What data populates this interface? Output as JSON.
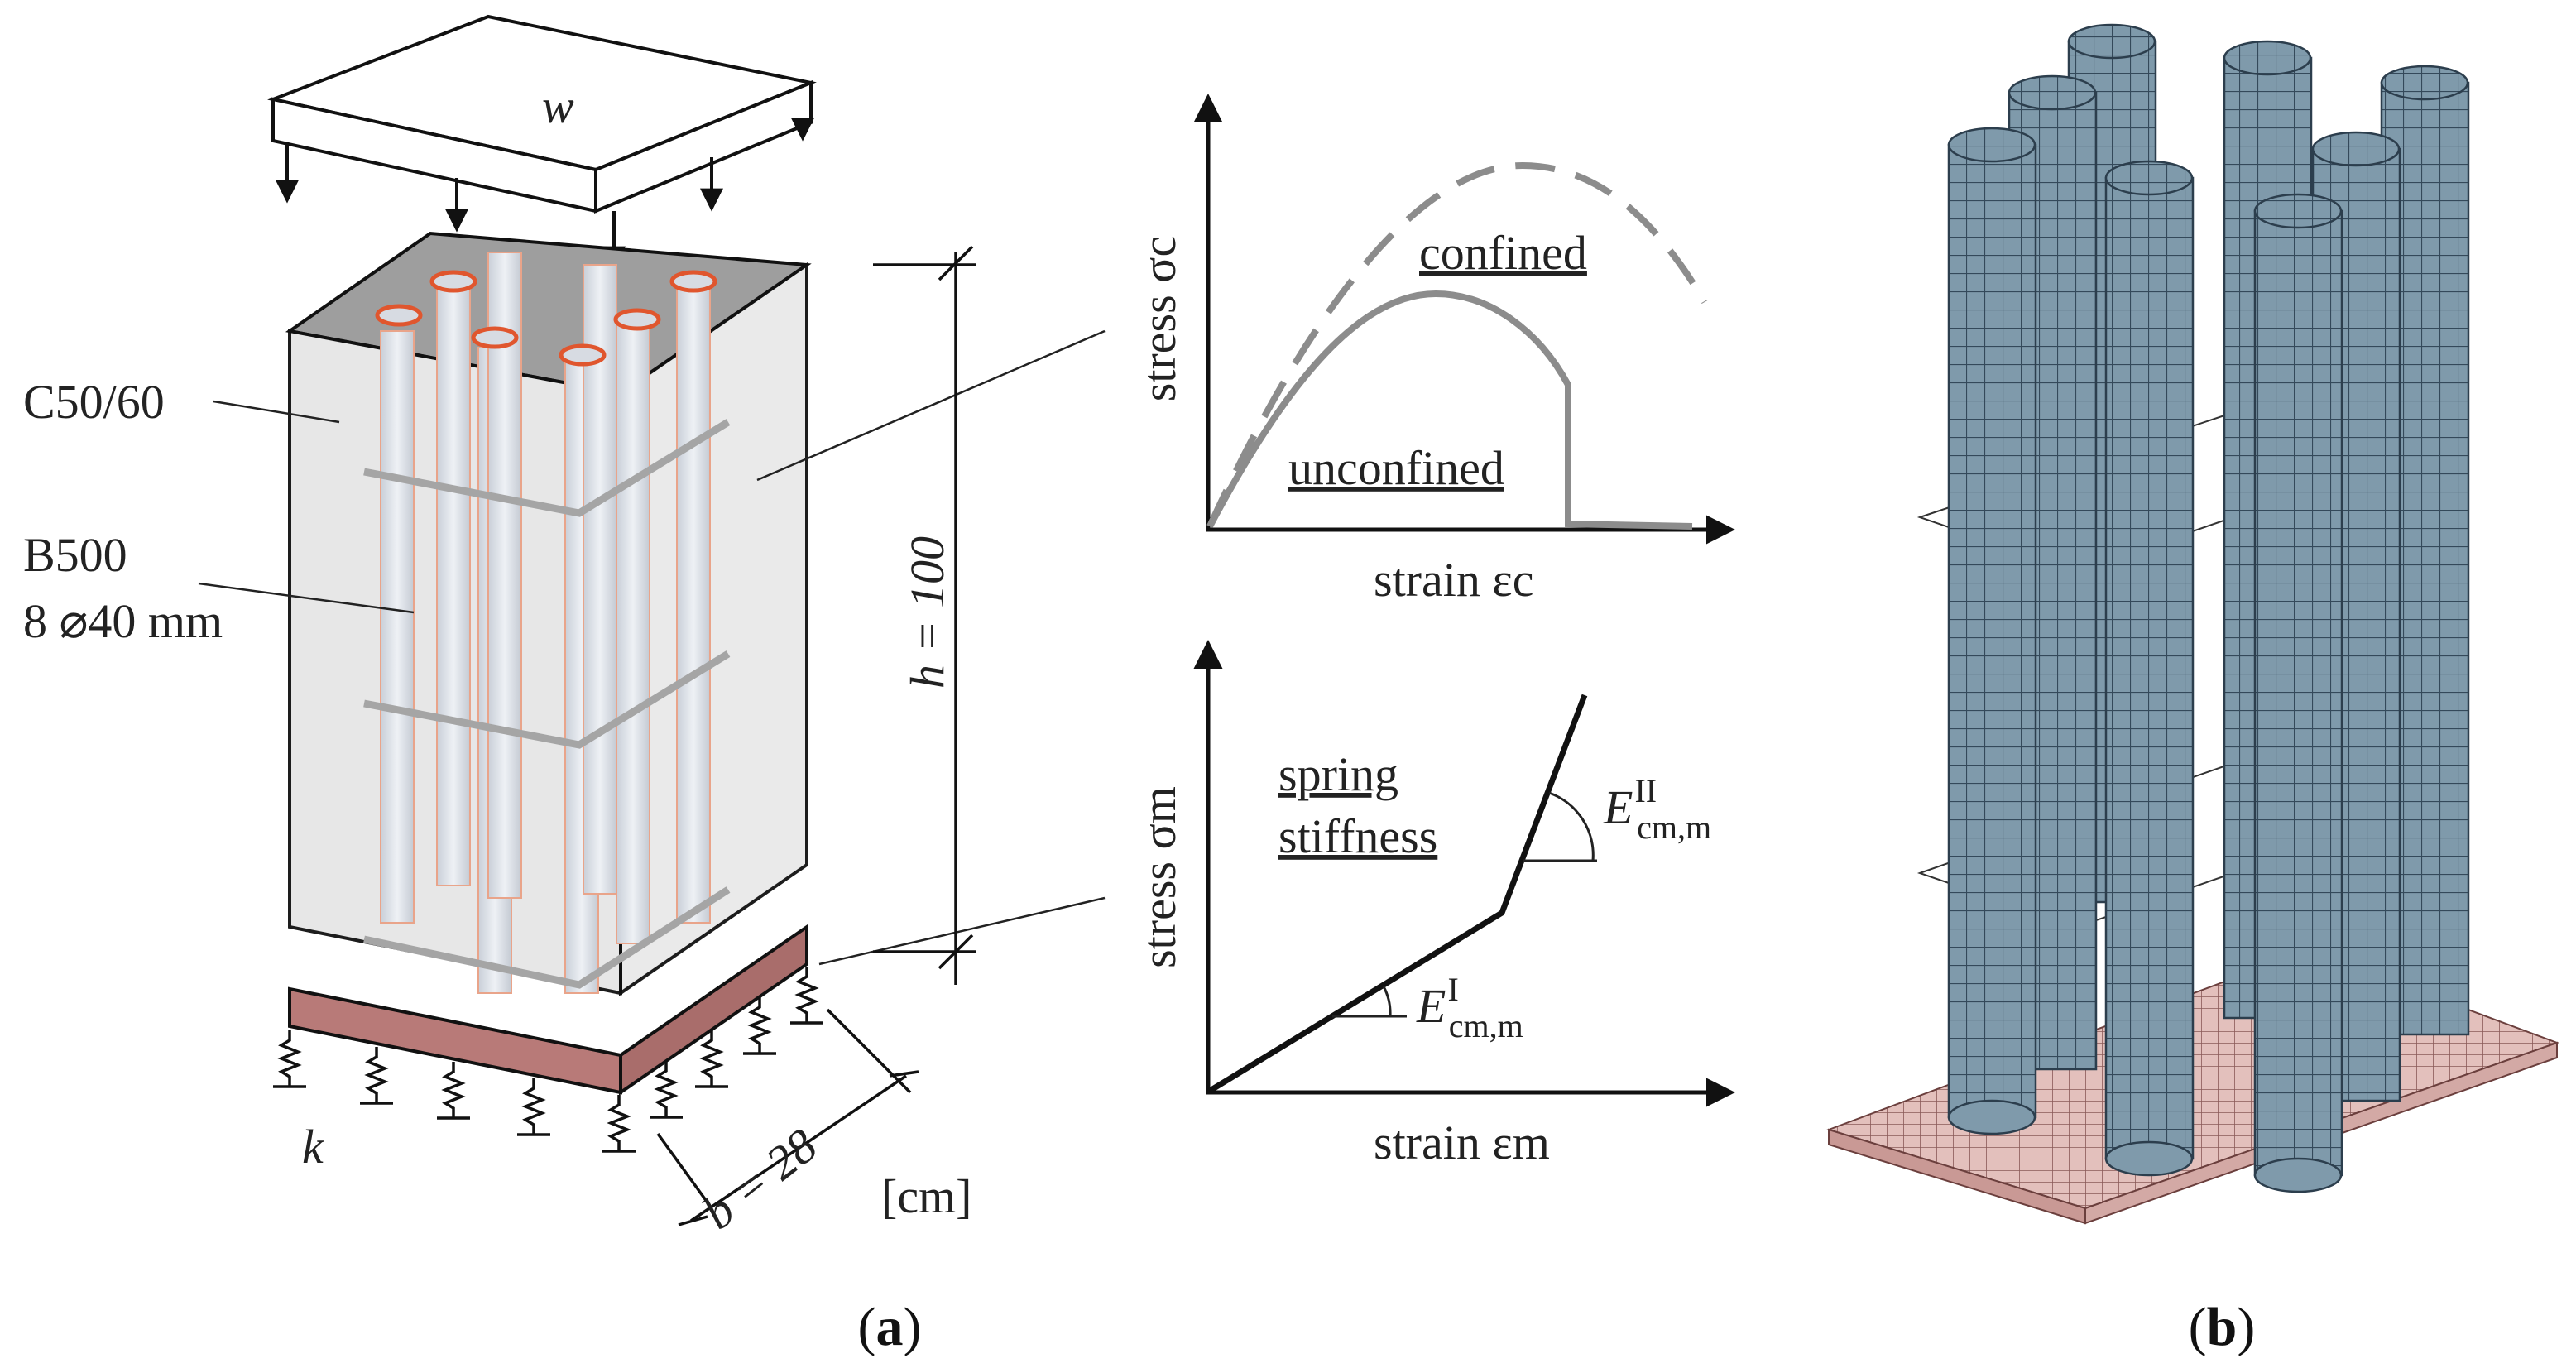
{
  "panel_a": {
    "caption": "a",
    "load_label": "w",
    "concrete_label": "C50/60",
    "steel_label": "B500",
    "bars_label": "8 ⌀40 mm",
    "height_dim": "h = 100",
    "width_dim": "b = 28",
    "spring_label": "k",
    "units_label": "[cm]",
    "concrete_chart": {
      "xlabel": "strain εc",
      "ylabel": "stress σc",
      "confined_label": "confined",
      "unconfined_label": "unconfined"
    },
    "spring_chart": {
      "xlabel": "strain εm",
      "ylabel": "stress σm",
      "title_line1": "spring",
      "title_line2": "stiffness",
      "modulus_1_main": "E",
      "modulus_1_sup": "I",
      "modulus_1_sub": "cm,m",
      "modulus_2_main": "E",
      "modulus_2_sup": "II",
      "modulus_2_sub": "cm,m"
    }
  },
  "panel_b": {
    "caption": "b"
  },
  "colors": {
    "bar_outline": "#e0562e",
    "mortar_bed": "#b87a78",
    "mesh_column": "#7f9aab",
    "mesh_plate": "#e3c0bc",
    "curve_gray": "#8c8c8c"
  }
}
